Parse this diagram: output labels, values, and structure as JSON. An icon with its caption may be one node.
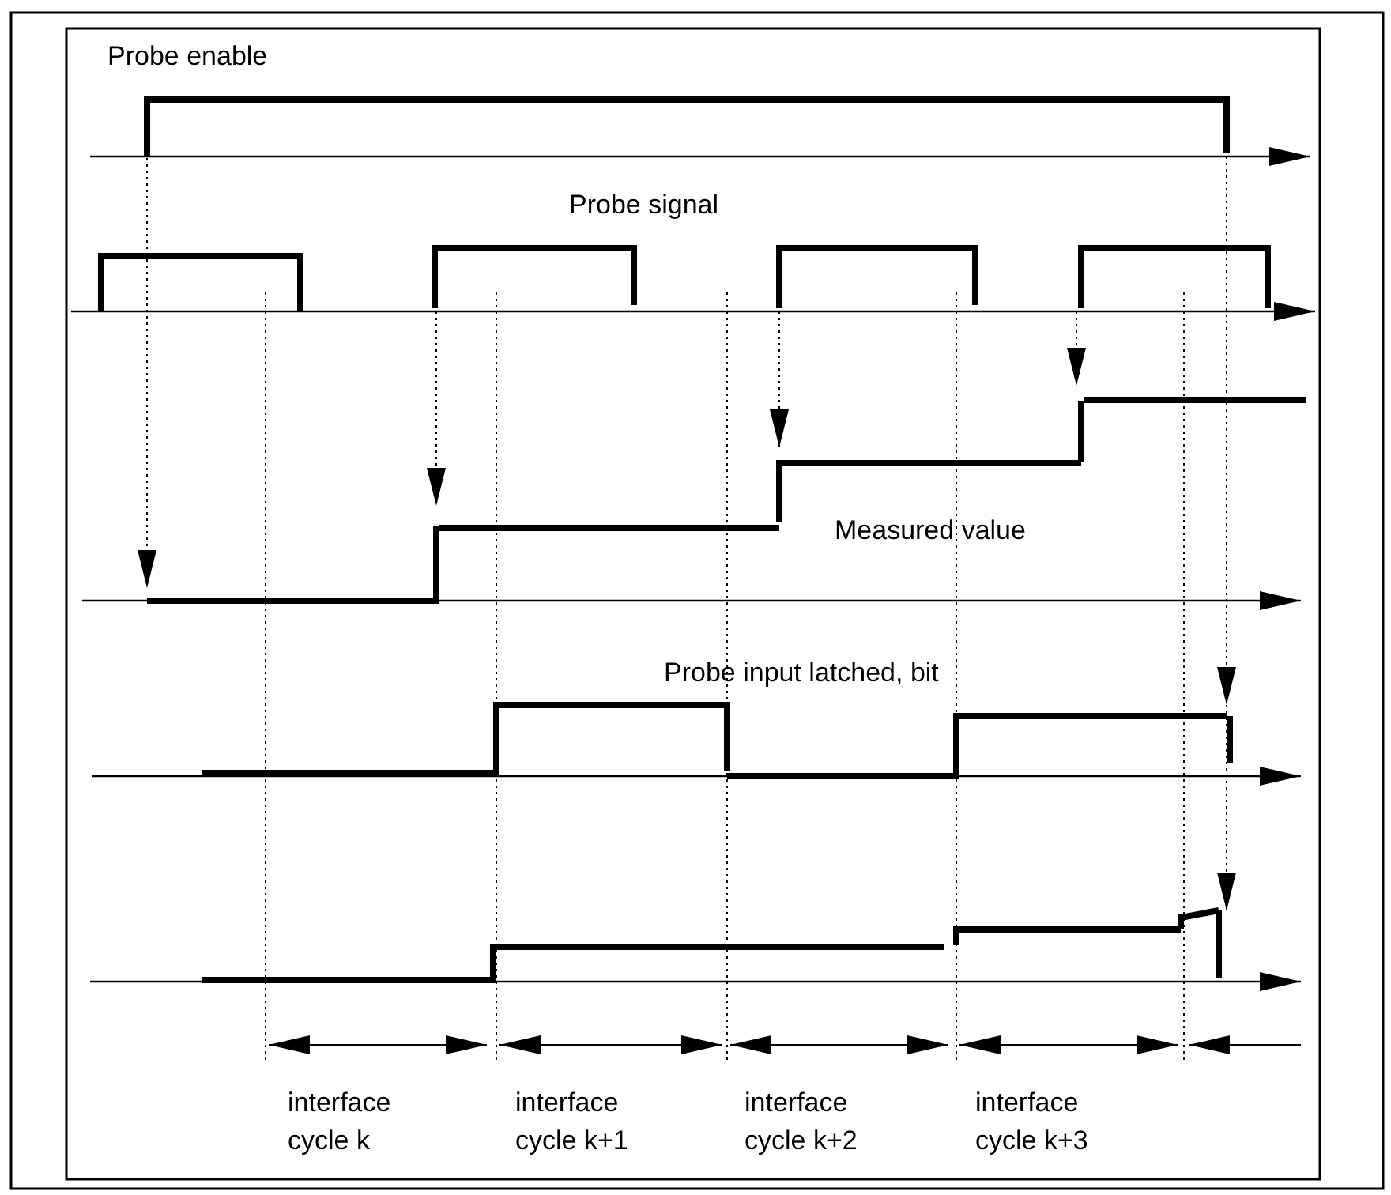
{
  "diagram": {
    "labels": [
      "Probe enable",
      "Probe signal",
      "Measured value",
      "Probe input latched, bit",
      "interface cycle k",
      "interface cycle k+1",
      "interface cycle k+2",
      "interface cycle k+3"
    ]
  }
}
